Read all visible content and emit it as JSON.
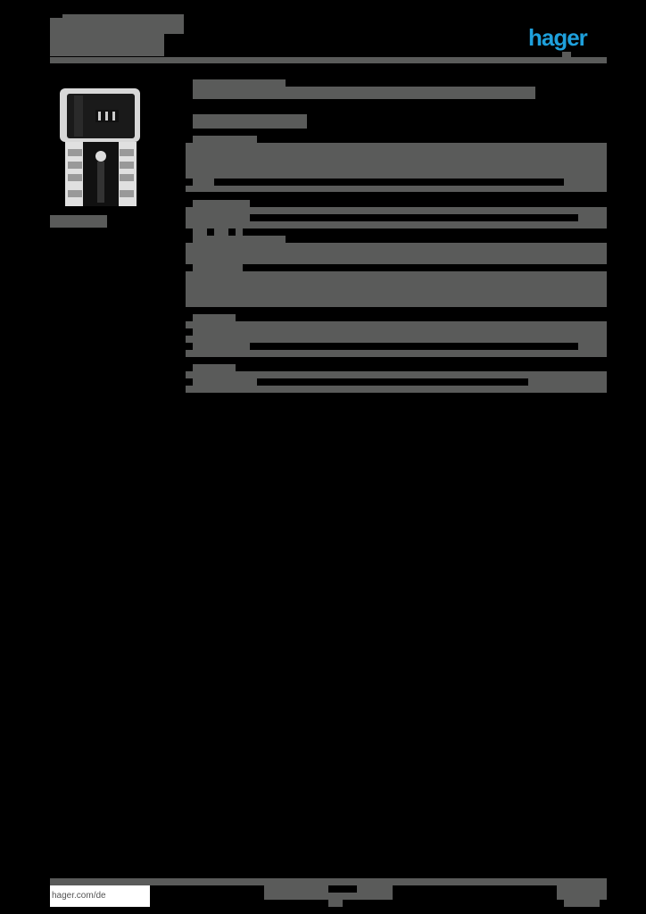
{
  "header": {
    "title_line1": "",
    "title_line2": "",
    "brand_logo": "hager"
  },
  "product": {
    "image_alt": "product-photo-relay-socket",
    "image_caption": "",
    "heading": "",
    "subheading": ""
  },
  "sections": [
    {
      "label": "",
      "rows": 3
    },
    {
      "label": "",
      "rows": 2
    },
    {
      "label": "",
      "rows": 1
    },
    {
      "label": "",
      "rows": 2
    },
    {
      "label": "",
      "rows": 2
    },
    {
      "label": "",
      "rows": 1
    }
  ],
  "footer": {
    "website": "hager.com/de",
    "center_text": "",
    "page_info": ""
  },
  "colors": {
    "background": "#000000",
    "redacted_block": "#5a5b5a",
    "brand_blue": "#1ea0dc"
  }
}
